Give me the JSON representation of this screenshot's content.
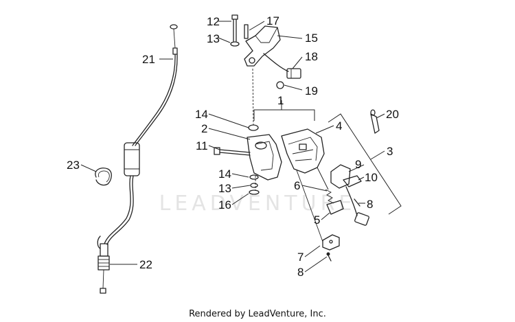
{
  "watermark": "LEADVENTURE",
  "footer": "Rendered by LeadVenture, Inc.",
  "callouts": [
    "12",
    "17",
    "13",
    "15",
    "18",
    "19",
    "21",
    "1",
    "14",
    "2",
    "4",
    "20",
    "11",
    "3",
    "9",
    "23",
    "14",
    "10",
    "6",
    "13",
    "16",
    "8",
    "5",
    "22",
    "7",
    "8"
  ]
}
